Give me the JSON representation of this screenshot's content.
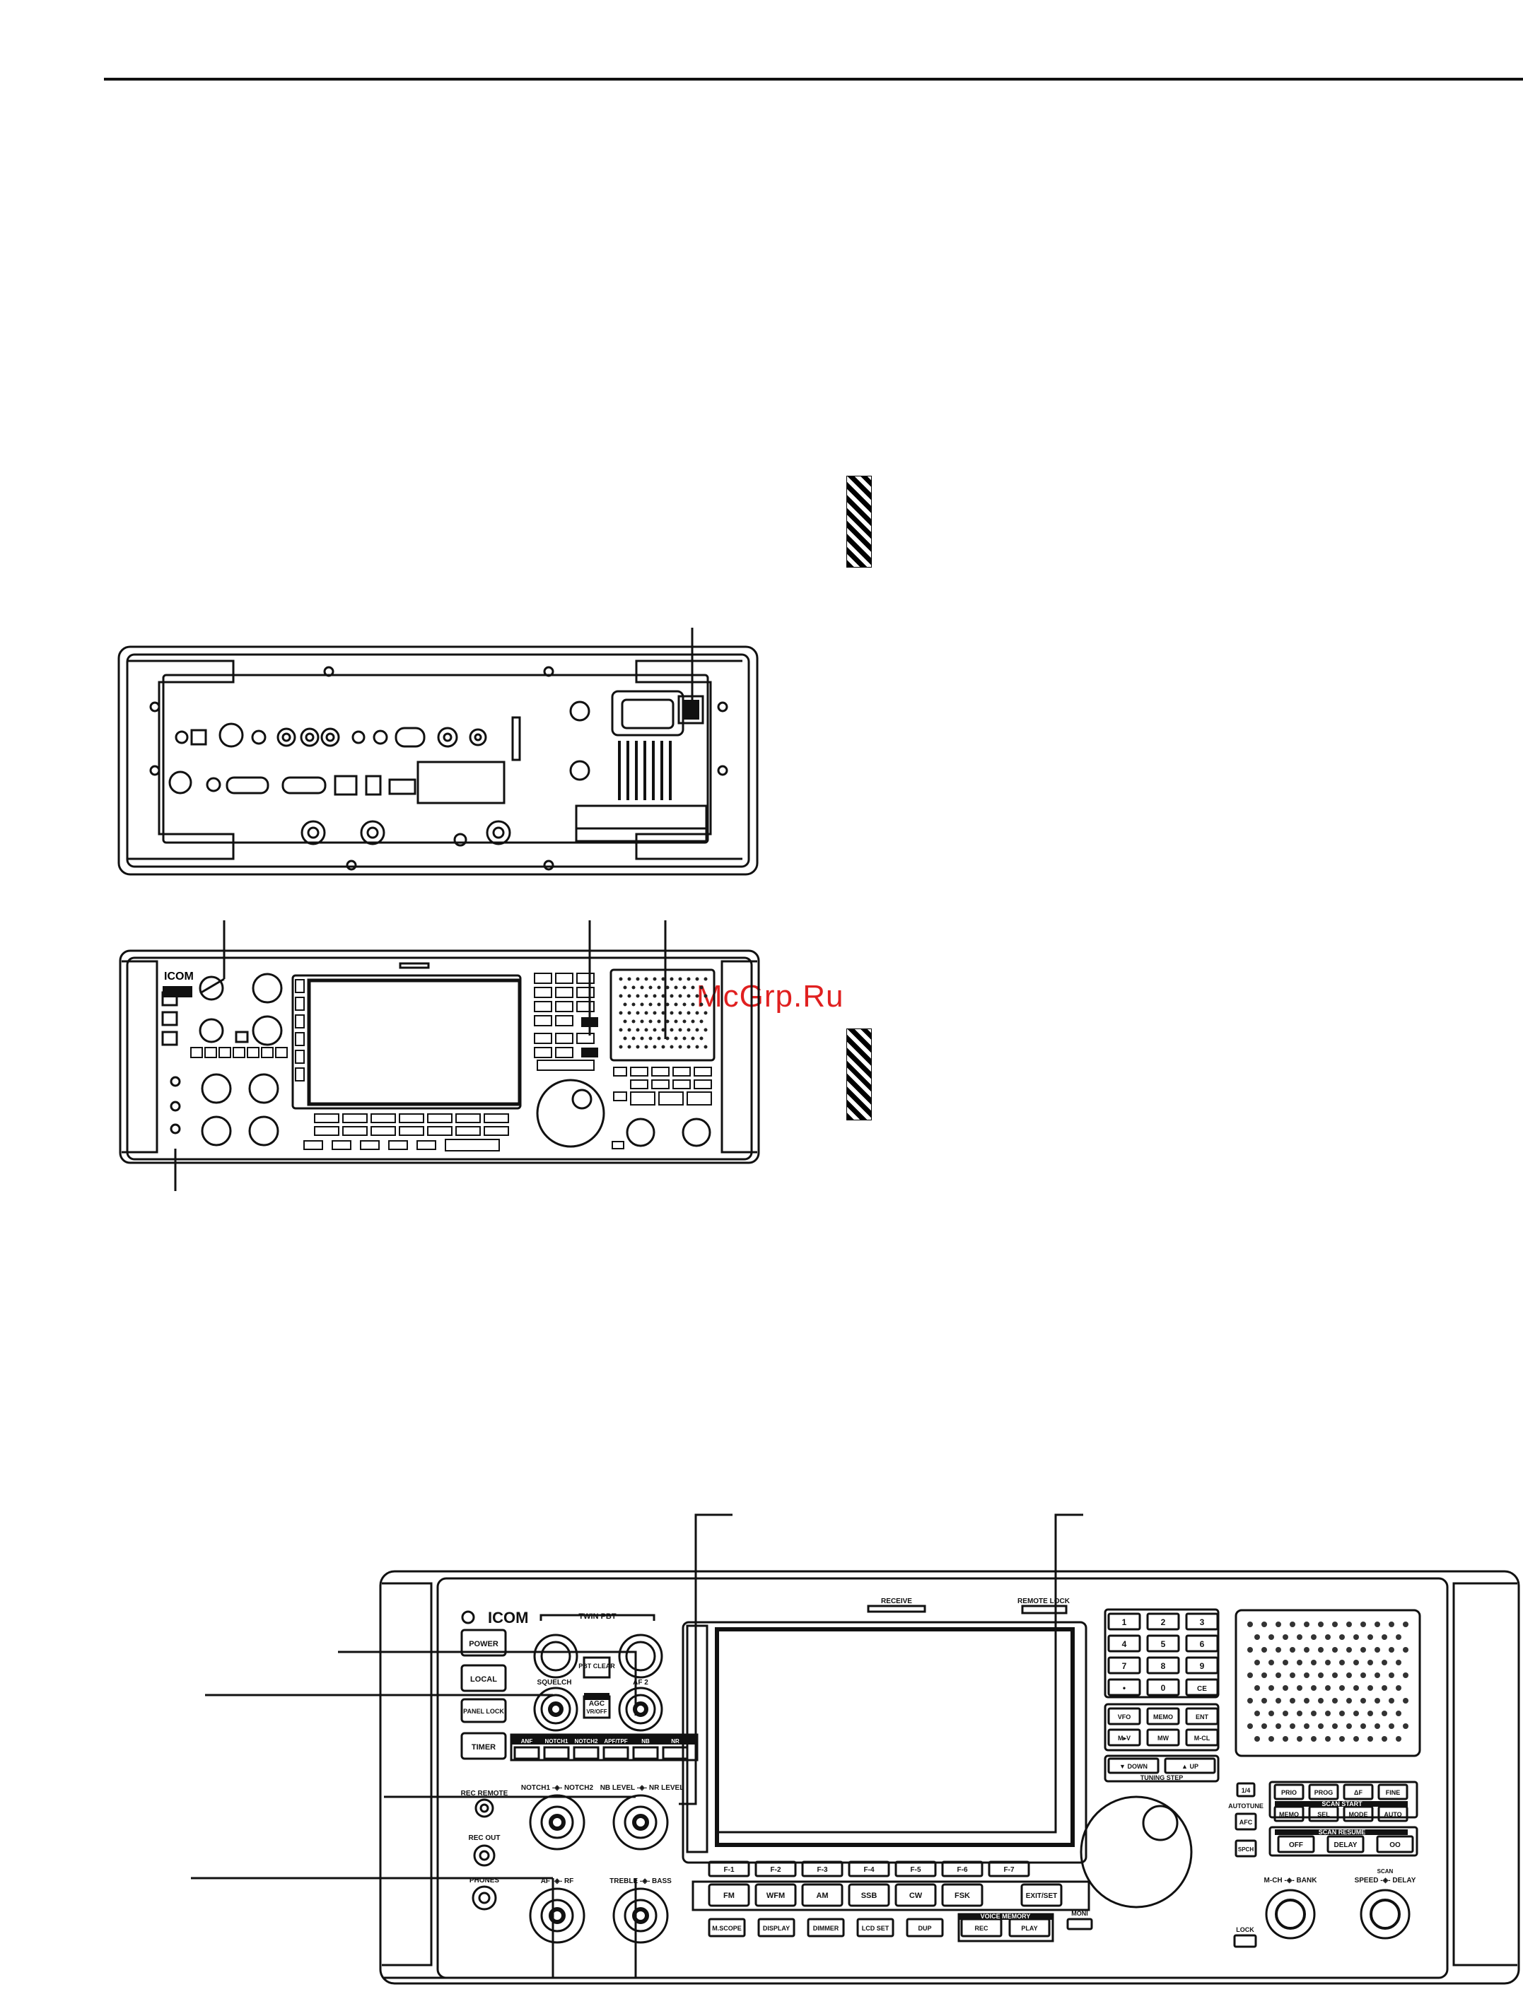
{
  "watermark": "McGrp.Ru",
  "front_small": {
    "logo": "ICOM"
  },
  "front_large": {
    "logo": "ICOM",
    "left_buttons": [
      "POWER",
      "LOCAL",
      "PANEL LOCK",
      "TIMER"
    ],
    "twin_pbt": "TWIN PBT",
    "pbt_clear": "PBT CLEAR",
    "squelch": "SQUELCH",
    "if_shift": "AF 2",
    "agc": "AGC",
    "agc_sub": "VR/OFF",
    "func_buttons": [
      "ANF",
      "NOTCH1",
      "NOTCH2",
      "APF/TPF",
      "NB",
      "NR"
    ],
    "notch_label": "NOTCH1 -◈- NOTCH2",
    "nb_label": "NB LEVEL -◈- NR LEVEL",
    "af_label": "AF -◈- RF",
    "tone_label": "TREBLE -◈- BASS",
    "rec_remote": "REC REMOTE",
    "rec_out": "REC OUT",
    "phones": "PHONES",
    "receive": "RECEIVE",
    "remote_lock": "REMOTE LOCK",
    "f_keys": [
      "F-1",
      "F-2",
      "F-3",
      "F-4",
      "F-5",
      "F-6",
      "F-7"
    ],
    "mode_keys": [
      "FM",
      "WFM",
      "AM",
      "SSB",
      "CW",
      "FSK",
      "EXIT/SET"
    ],
    "bottom_keys": [
      "M.SCOPE",
      "DISPLAY",
      "DIMMER",
      "LCD SET",
      "DUP"
    ],
    "voice_memory": "VOICE MEMORY",
    "voice_keys": [
      "REC",
      "PLAY"
    ],
    "moni": "MONI",
    "keypad": [
      "1",
      "2",
      "3",
      "4",
      "5",
      "6",
      "7",
      "8",
      "9",
      "•",
      "0",
      "CE"
    ],
    "vfo_keys": [
      "VFO",
      "MEMO",
      "ENT",
      "M▸V",
      "MW",
      "M-CL"
    ],
    "down": "▼ DOWN",
    "up": "▲ UP",
    "tuning_step": "TUNING STEP",
    "quarter": "1/4",
    "autotune": "AUTOTUNE",
    "afc": "AFC",
    "scan_keys": [
      "PRIO",
      "PROG",
      "ΔF",
      "FINE"
    ],
    "scan_start": "SCAN START",
    "scan_start_keys": [
      "MEMO",
      "SEL",
      "MODE",
      "AUTO"
    ],
    "scan_resume": "SCAN RESUME",
    "resume_keys": [
      "OFF",
      "DELAY",
      "OO"
    ],
    "spch": "SPCH",
    "lock": "LOCK",
    "mch_label": "M-CH -◈- BANK",
    "speed_label": "SPEED -◈- DELAY",
    "scan": "SCAN"
  }
}
